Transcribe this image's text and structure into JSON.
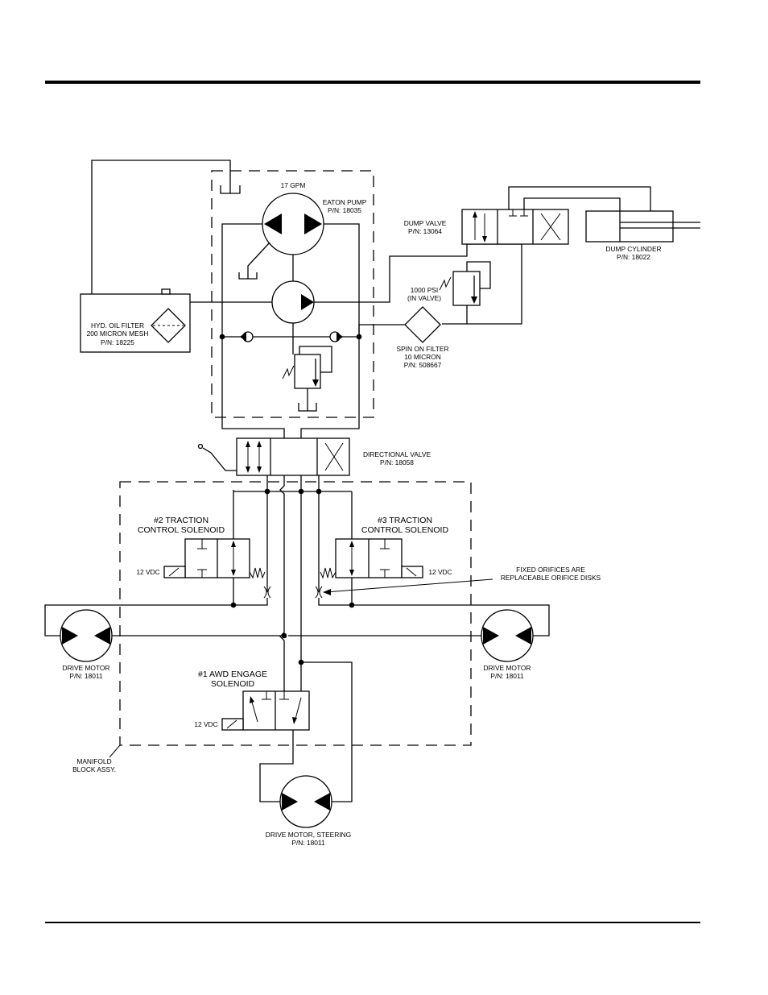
{
  "labels": {
    "gpm": "17 GPM",
    "eaton_pump": "EATON PUMP",
    "eaton_pump_pn": "P/N: 18035",
    "dump_valve": "DUMP VALVE",
    "dump_valve_pn": "P/N: 13064",
    "dump_cylinder": "DUMP CYLINDER",
    "dump_cylinder_pn": "P/N: 18022",
    "relief_psi": "1000 PSI",
    "relief_in_valve": "(IN VALVE)",
    "hyd_oil_filter_1": "HYD. OIL FILTER",
    "hyd_oil_filter_2": "200 MICRON MESH",
    "hyd_oil_filter_pn": "P/N: 18225",
    "spin_filter_1": "SPIN ON FILTER",
    "spin_filter_2": "10 MICRON",
    "spin_filter_pn": "P/N: 508667",
    "directional_valve": "DIRECTIONAL VALVE",
    "directional_valve_pn": "P/N: 18058",
    "traction2_1": "#2 TRACTION",
    "traction2_2": "CONTROL SOLENOID",
    "traction3_1": "#3 TRACTION",
    "traction3_2": "CONTROL SOLENOID",
    "vdc_left": "12 VDC",
    "vdc_right": "12 VDC",
    "vdc_awd": "12 VDC",
    "orifices_1": "FIXED ORIFICES ARE",
    "orifices_2": "REPLACEABLE ORIFICE DISKS",
    "drive_motor_left": "DRIVE MOTOR",
    "drive_motor_left_pn": "P/N: 18011",
    "drive_motor_right": "DRIVE MOTOR",
    "drive_motor_right_pn": "P/N: 18011",
    "awd_1": "#1 AWD ENGAGE",
    "awd_2": "SOLENOID",
    "manifold_1": "MANIFOLD",
    "manifold_2": "BLOCK ASSY.",
    "steering_motor": "DRIVE MOTOR, STEERING",
    "steering_motor_pn": "P/N: 18011"
  }
}
